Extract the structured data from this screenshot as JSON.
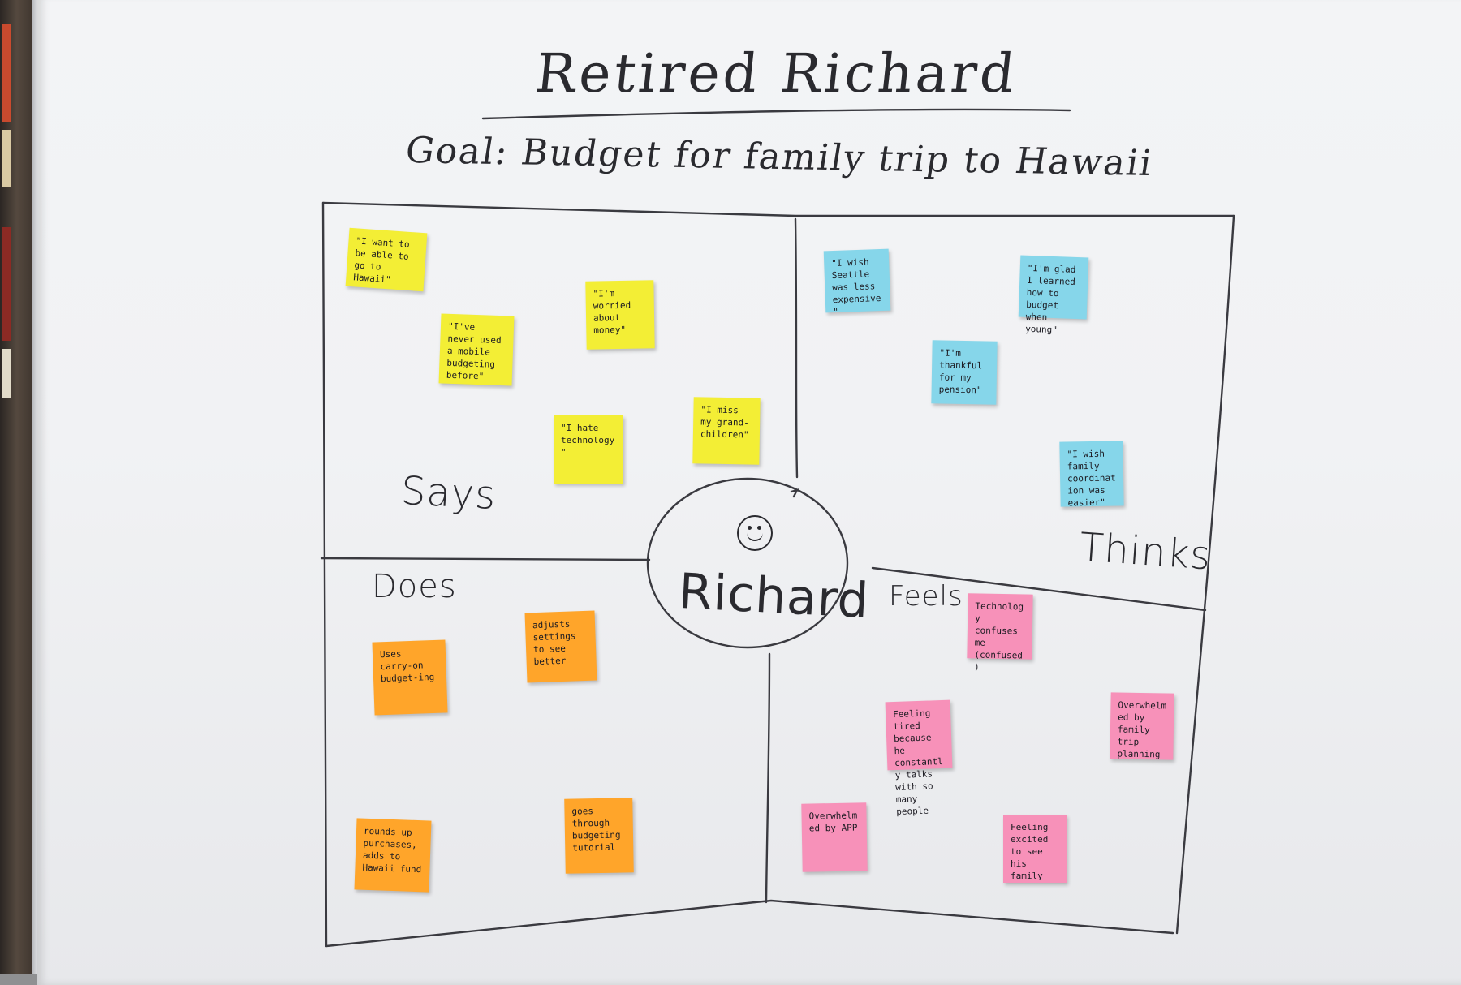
{
  "title": "Retired Richard",
  "goal": "Goal: Budget for family trip to Hawaii",
  "center": {
    "name": "Richard"
  },
  "quadrants": {
    "says": {
      "label": "Says",
      "notes": [
        "\"I want to be able to go to Hawaii\"",
        "\"I'm worried about money\"",
        "\"I've never used a mobile budgeting before\"",
        "\"I hate technology\"",
        "\"I miss my grand-children\""
      ]
    },
    "thinks": {
      "label": "Thinks",
      "notes": [
        "\"I wish Seattle was less expensive\"",
        "\"I'm glad I learned how to budget when young\"",
        "\"I'm thankful for my pension\"",
        "\"I wish family coordination was easier\""
      ]
    },
    "does": {
      "label": "Does",
      "notes": [
        "adjusts settings to see better",
        "Uses carry-on budget-ing",
        "rounds up purchases, adds to Hawaii fund",
        "goes through budgeting tutorial"
      ]
    },
    "feels": {
      "label": "Feels",
      "notes": [
        "Technology confuses me (confused)",
        "Feeling tired because he constantly talks with so many people",
        "Overwhelmed by family trip planning",
        "Overwhelmed by APP",
        "Feeling excited to see his family"
      ]
    }
  },
  "colors": {
    "says_notes": "#f3ee35",
    "thinks_notes": "#86d6ea",
    "does_notes": "#ffa52a",
    "feels_notes": "#f791b9",
    "marker": "#2a2a2f",
    "whiteboard": "#f2f3f5"
  }
}
